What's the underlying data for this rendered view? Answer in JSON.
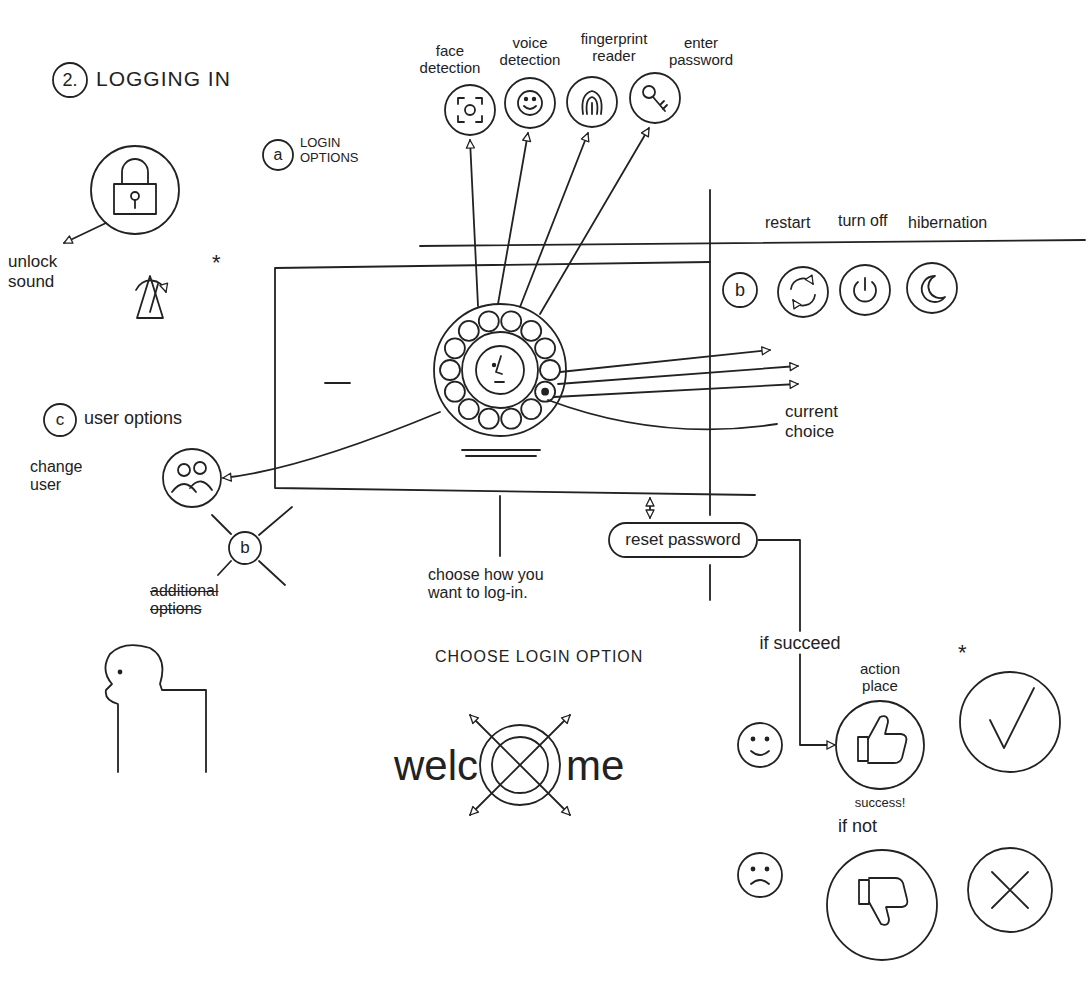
{
  "diagram": {
    "nodes": [
      {
        "text": [
          "2.",
          "LOGGING IN"
        ]
      },
      {
        "text": [
          "unlock sound"
        ]
      },
      {
        "text": [
          "a",
          "LOGIN OPTIONS"
        ]
      },
      {
        "text": [
          "face detection"
        ]
      },
      {
        "text": [
          "voice detection"
        ]
      },
      {
        "text": [
          "fingerprint reader"
        ]
      },
      {
        "text": [
          "enter password"
        ]
      },
      {
        "text": [
          "b"
        ]
      },
      {
        "text": [
          "restart"
        ]
      },
      {
        "text": [
          "turn off"
        ]
      },
      {
        "text": [
          "hibernation"
        ]
      },
      {
        "text": [
          "c",
          "user options"
        ]
      },
      {
        "text": [
          "change user"
        ]
      },
      {
        "text": [
          "b",
          "additional options"
        ]
      },
      {
        "text": [
          "reset password"
        ]
      },
      {
        "text": [
          "action place",
          "success!"
        ]
      }
    ],
    "edges": [
      {
        "from": 14,
        "to": 15,
        "label": "if succeed",
        "arrow": "to"
      }
    ],
    "labels": [
      "*",
      "current choice",
      "choose how you want to log-in.",
      "CHOOSE LOGIN OPTION",
      "welc",
      "me",
      "if not",
      "*"
    ]
  }
}
